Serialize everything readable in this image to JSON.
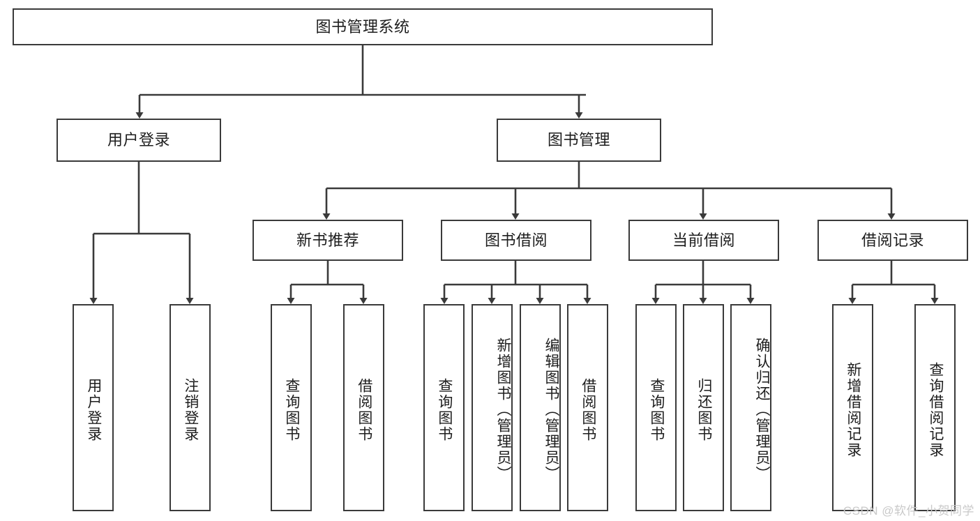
{
  "diagram": {
    "title": "图书管理系统",
    "type": "tree",
    "colors": {
      "stroke": "#3a3a3a",
      "fill": "#ffffff",
      "text": "#1d1d1d",
      "watermark": "#c9c9c9"
    },
    "root": {
      "label": "图书管理系统"
    },
    "level2": [
      {
        "label": "用户登录"
      },
      {
        "label": "图书管理"
      }
    ],
    "level3": [
      {
        "label": "新书推荐"
      },
      {
        "label": "图书借阅"
      },
      {
        "label": "当前借阅"
      },
      {
        "label": "借阅记录"
      }
    ],
    "leaves": {
      "user_login": [
        {
          "label": "用户登录"
        },
        {
          "label": "注销登录"
        }
      ],
      "new_book": [
        {
          "label": "查询图书"
        },
        {
          "label": "借阅图书"
        }
      ],
      "book_borrow": [
        {
          "label": "查询图书"
        },
        {
          "label": "新增图书（管理员）"
        },
        {
          "label": "编辑图书（管理员）"
        },
        {
          "label": "借阅图书"
        }
      ],
      "current_borrow": [
        {
          "label": "查询图书"
        },
        {
          "label": "归还图书"
        },
        {
          "label": "确认归还（管理员）"
        }
      ],
      "borrow_record": [
        {
          "label": "新增借阅记录"
        },
        {
          "label": "查询借阅记录"
        }
      ]
    }
  },
  "watermark": {
    "text": "CSDN @软件_小贺同学"
  }
}
